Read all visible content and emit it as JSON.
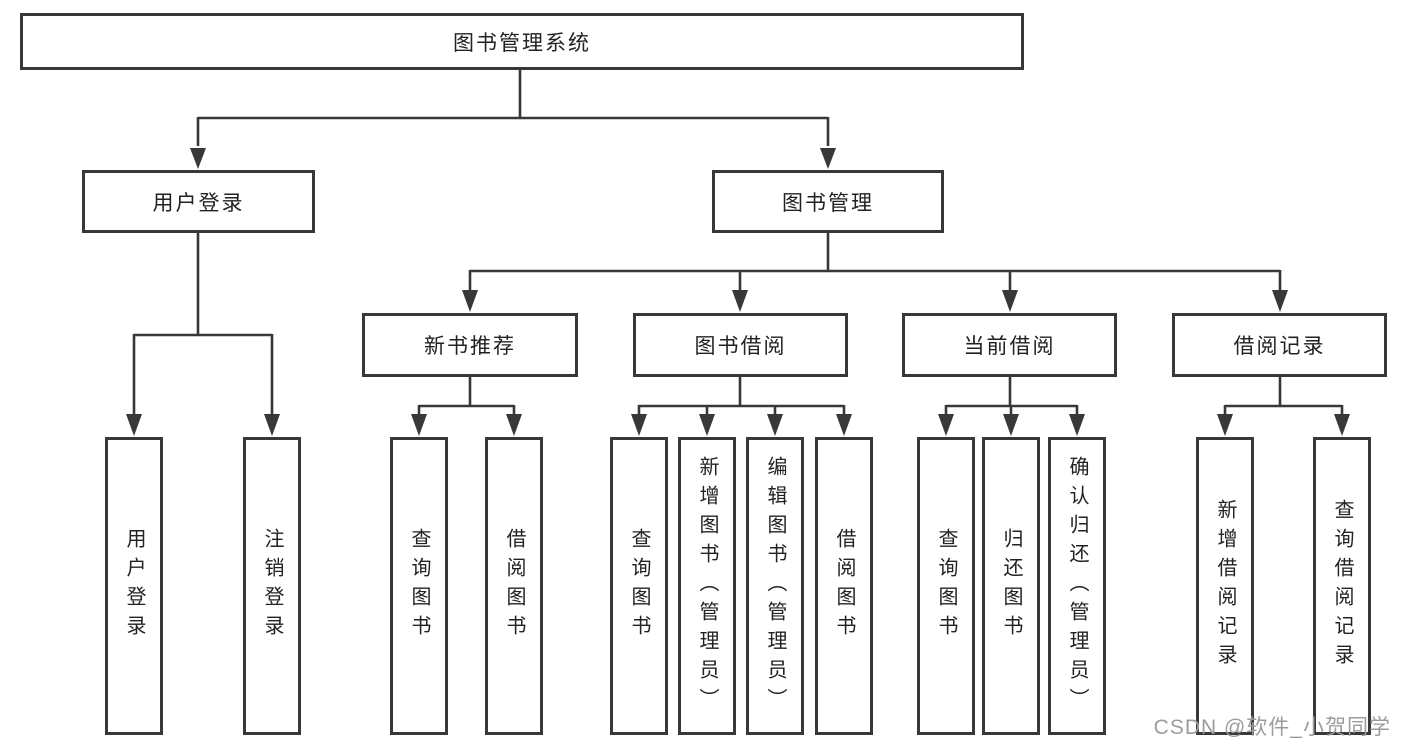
{
  "tree": {
    "root": "图书管理系统",
    "branches": [
      {
        "label": "用户登录",
        "leaves": [
          "用户登录",
          "注销登录"
        ]
      },
      {
        "label": "图书管理",
        "groups": [
          {
            "label": "新书推荐",
            "leaves": [
              "查询图书",
              "借阅图书"
            ]
          },
          {
            "label": "图书借阅",
            "leaves": [
              "查询图书",
              "新增图书（管理员）",
              "编辑图书（管理员）",
              "借阅图书"
            ]
          },
          {
            "label": "当前借阅",
            "leaves": [
              "查询图书",
              "归还图书",
              "确认归还（管理员）"
            ]
          },
          {
            "label": "借阅记录",
            "leaves": [
              "新增借阅记录",
              "查询借阅记录"
            ]
          }
        ]
      }
    ]
  },
  "watermark": "CSDN @软件_小贺同学",
  "colors": {
    "line": "#383838",
    "text": "#222222",
    "watermark": "#9c9c9c",
    "background": "#ffffff"
  }
}
